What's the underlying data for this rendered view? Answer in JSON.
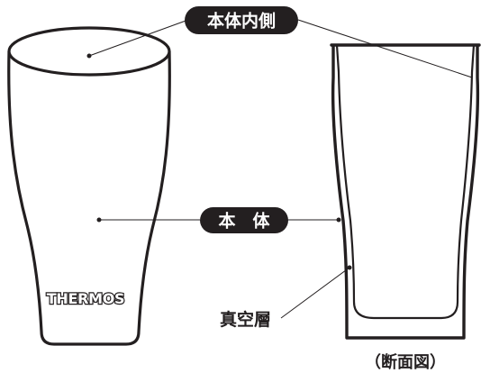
{
  "labels": {
    "inner_surface": "本体内側",
    "body": "本　体",
    "vacuum_layer": "真空層",
    "cross_section_caption": "（断面図）"
  },
  "brand": {
    "logo_text": "THERMOS"
  },
  "colors": {
    "outline": "#231f20",
    "label_pill": "#231f20",
    "label_text": "#ffffff",
    "background": "#ffffff"
  }
}
